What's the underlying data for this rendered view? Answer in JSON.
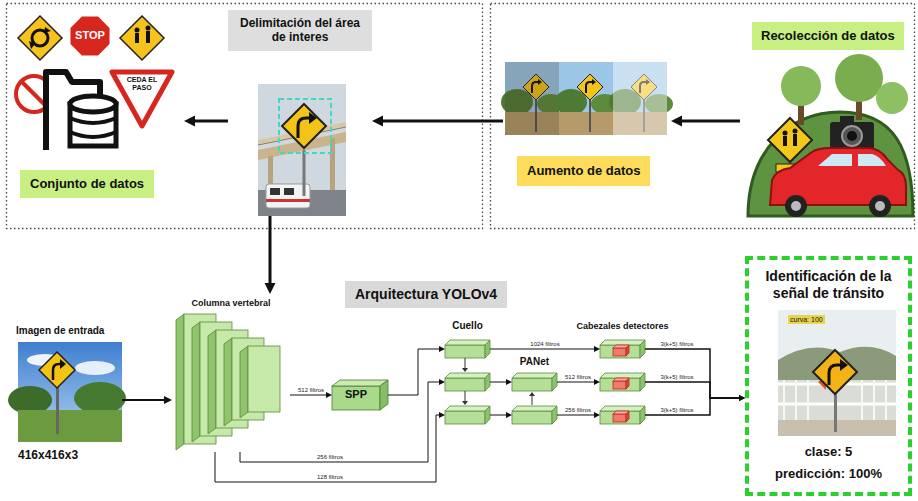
{
  "diagram": {
    "nodes": [
      {
        "text": [
          "Conjunto de datos"
        ]
      },
      {
        "text": [
          "Delimitación del área de interes"
        ]
      },
      {
        "text": [
          "Aumento de datos"
        ]
      },
      {
        "text": [
          "Recolección de datos"
        ]
      },
      {
        "text": [
          "Arquitectura YOLOv4"
        ]
      },
      {
        "text": [
          "Imagen de entrada",
          "416x416x3"
        ]
      },
      {
        "text": [
          "Columna vertebral"
        ]
      },
      {
        "text": [
          "SPP"
        ]
      },
      {
        "text": [
          "Cuello"
        ]
      },
      {
        "text": [
          "PANet"
        ]
      },
      {
        "text": [
          "Cabezales detectores"
        ]
      },
      {
        "text": [
          "Identificación de la señal de tránsito",
          "clase: 5",
          "predicción: 100%"
        ]
      }
    ],
    "edges": [
      {
        "from": 3,
        "to": 2,
        "arrow": "to"
      },
      {
        "from": 2,
        "to": 1,
        "arrow": "to"
      },
      {
        "from": 1,
        "to": 0,
        "arrow": "to"
      },
      {
        "from": 1,
        "to": 6,
        "arrow": "to"
      },
      {
        "from": 5,
        "to": 6,
        "arrow": "to"
      },
      {
        "from": 6,
        "to": 7,
        "label": "512 filtros",
        "arrow": "to"
      },
      {
        "from": 7,
        "to": 8,
        "arrow": "to"
      },
      {
        "from": 8,
        "to": 9,
        "arrow": "to"
      },
      {
        "from": 8,
        "to": 9,
        "arrow": "to"
      },
      {
        "from": 8,
        "to": 10,
        "label": "1024 filtros",
        "arrow": "to"
      },
      {
        "from": 9,
        "to": 10,
        "label": "512 filtros",
        "arrow": "to"
      },
      {
        "from": 9,
        "to": 10,
        "label": "256 filtros",
        "arrow": "to"
      },
      {
        "from": 10,
        "to": 11,
        "label": "3(k+5) filtros",
        "arrow": "to"
      },
      {
        "from": 10,
        "to": 11,
        "label": "3(k+5) filtros",
        "arrow": "to"
      },
      {
        "from": 10,
        "to": 11,
        "label": "3(k+5) filtros",
        "arrow": "to"
      },
      {
        "from": 6,
        "to": 8,
        "label": "256 filtros",
        "arrow": "to"
      },
      {
        "from": 6,
        "to": 8,
        "label": "128 filtros",
        "arrow": "to"
      }
    ],
    "labels": [
      "STOP",
      "CEDA EL PASO",
      "curva: 100"
    ]
  }
}
